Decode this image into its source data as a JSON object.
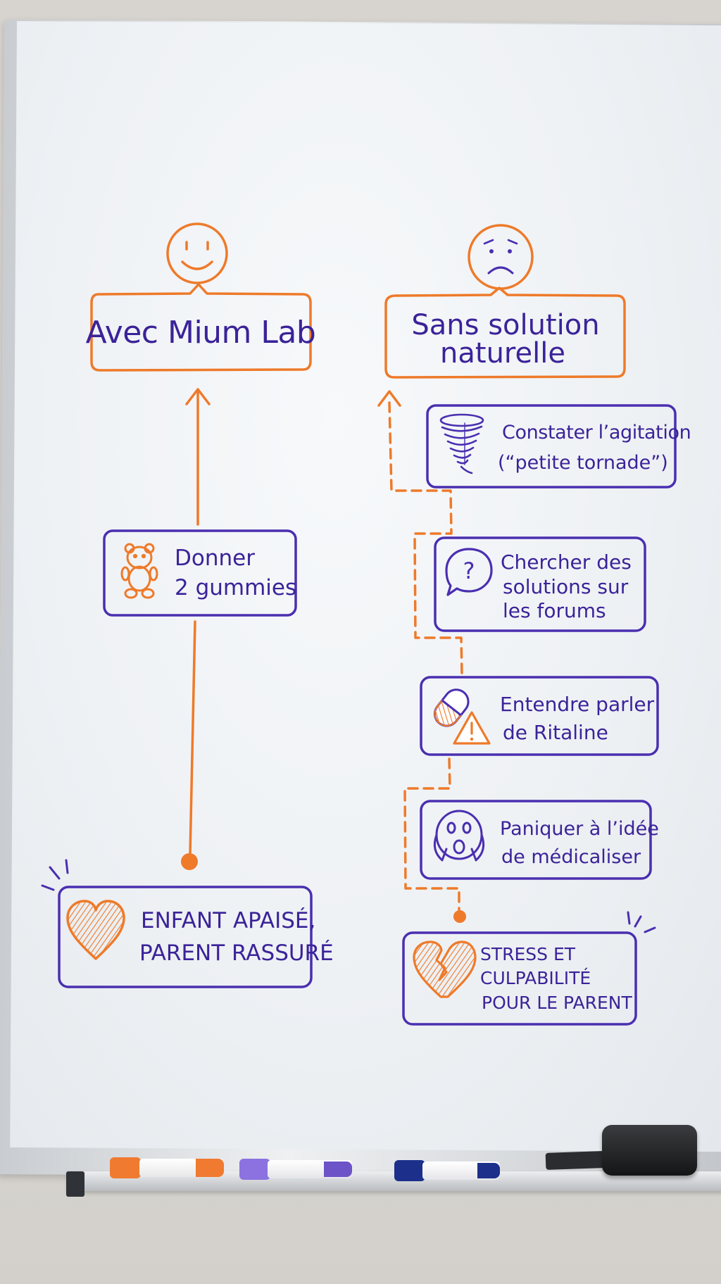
{
  "colors": {
    "orange": "#ee7a2a",
    "purple": "#4a2fb0"
  },
  "left_column": {
    "face_icon": "smiley-face-icon",
    "title": "Avec Mium Lab",
    "step": {
      "icon": "gummy-bear-icon",
      "line1": "Donner",
      "line2": "2 gummies"
    },
    "outcome": {
      "icon": "heart-icon",
      "line1": "ENFANT APAISÉ,",
      "line2": "PARENT RASSURÉ"
    }
  },
  "right_column": {
    "face_icon": "sad-face-icon",
    "title_line1": "Sans solution",
    "title_line2": "naturelle",
    "steps": [
      {
        "icon": "tornado-icon",
        "line1": "Constater l’agitation",
        "line2": "(“petite tornade”)"
      },
      {
        "icon": "question-bubble-icon",
        "line1": "Chercher des",
        "line2": "solutions sur",
        "line3": "les forums"
      },
      {
        "icon": "pill-warning-icon",
        "line1": "Entendre parler",
        "line2": "de Ritaline"
      },
      {
        "icon": "scared-face-icon",
        "line1": "Paniquer à l’idée",
        "line2": "de médicaliser"
      }
    ],
    "outcome": {
      "icon": "broken-heart-icon",
      "line1": "STRESS ET",
      "line2": "CULPABILITÉ",
      "line3": "POUR LE PARENT"
    }
  }
}
